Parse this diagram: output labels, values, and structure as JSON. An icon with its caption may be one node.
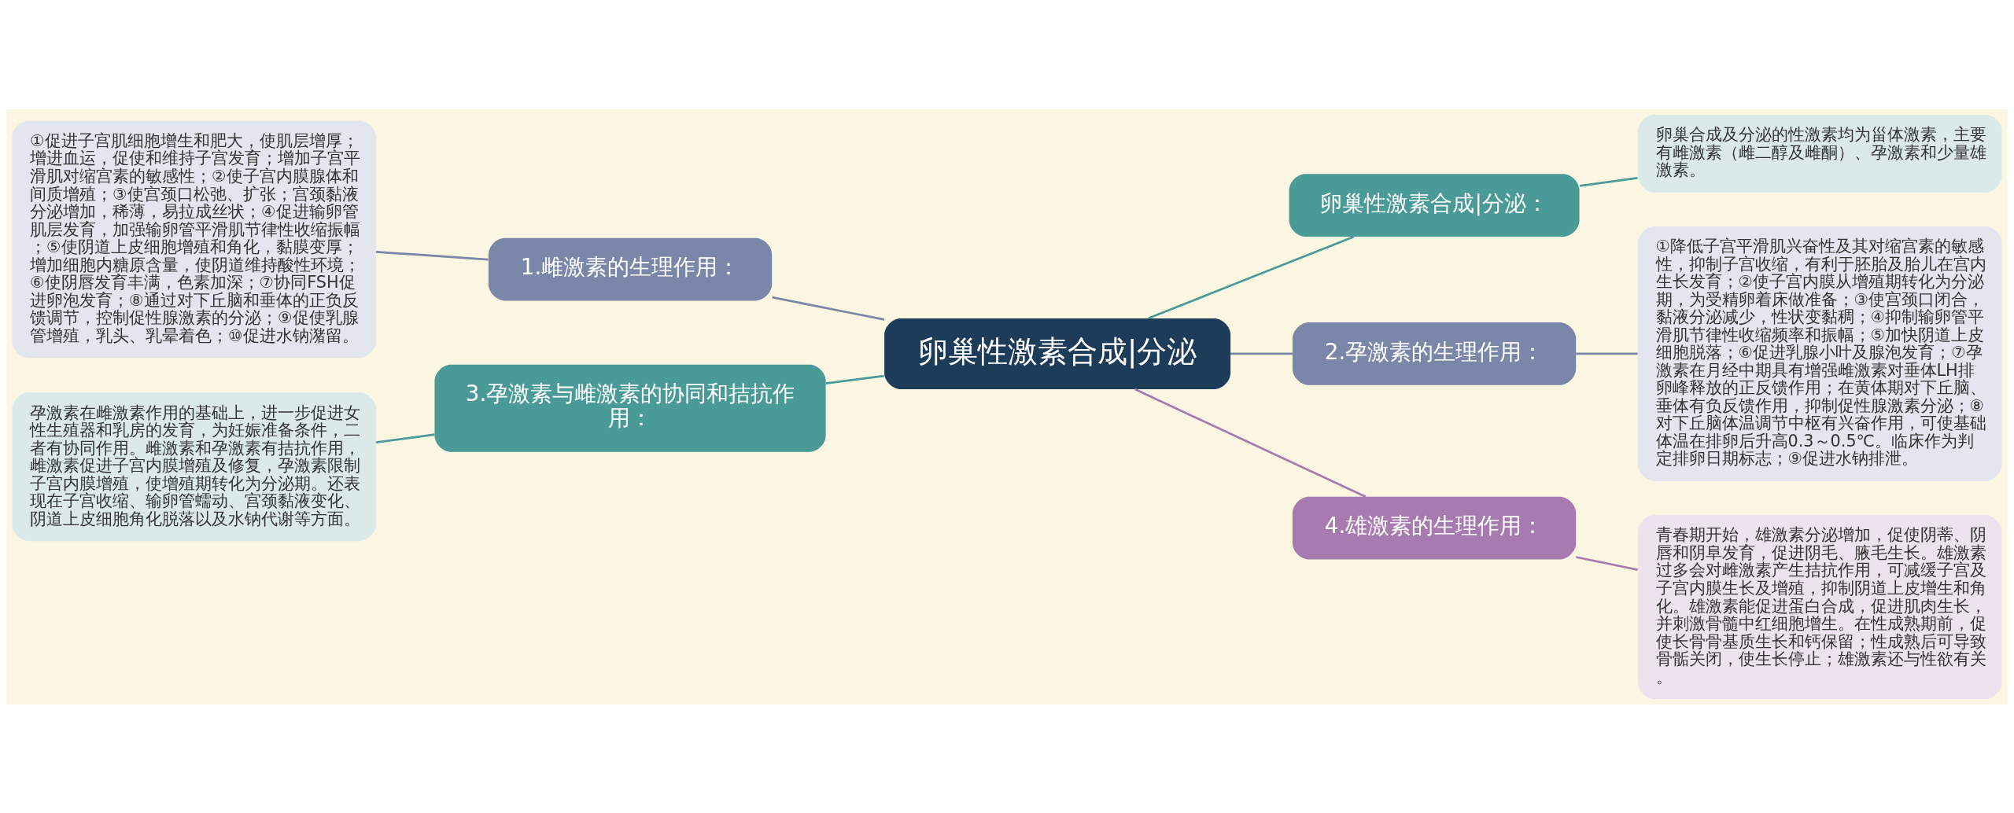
{
  "diagram": {
    "nodes": [
      {
        "text": [
          "卵巢性激素合成|分泌"
        ]
      },
      {
        "text": [
          "卵巢性激素合成|分泌："
        ]
      },
      {
        "text": [
          "卵巢合成及分泌的性激素均为甾体激素，主要有雌激素（雌二醇及雌酮）、孕激素和少量雄激素。"
        ]
      },
      {
        "text": [
          "1.雌激素的生理作用："
        ]
      },
      {
        "text": [
          "①促进子宫肌细胞增生和肥大，使肌层增厚；增进血运，促使和维持子宫发育；增加子宫平滑肌对缩宫素的敏感性；②使子宫内膜腺体和间质增殖；③使宫颈口松弛、扩张；宫颈黏液分泌增加，稀薄，易拉成丝状；④促进输卵管肌层发育，加强输卵管平滑肌节律性收缩振幅；⑤使阴道上皮细胞增殖和角化，黏膜变厚；增加细胞内糖原含量，使阴道维持酸性环境；⑥使阴唇发育丰满，色素加深；⑦协同FSH促进卵泡发育；⑧通过对下丘脑和垂体的正负反馈调节，控制促性腺激素的分泌；⑨促使乳腺管增殖，乳头、乳晕着色；⑩促进水钠潴留。"
        ]
      },
      {
        "text": [
          "2.孕激素的生理作用："
        ]
      },
      {
        "text": [
          "①降低子宫平滑肌兴奋性及其对缩宫素的敏感性，抑制子宫收缩，有利于胚胎及胎儿在宫内生长发育；②使子宫内膜从增殖期转化为分泌期，为受精卵着床做准备；③使宫颈口闭合，黏液分泌减少，性状变黏稠；④抑制输卵管平滑肌节律性收缩频率和振幅；⑤加快阴道上皮细胞脱落；⑥促进乳腺小叶及腺泡发育；⑦孕激素在月经中期具有增强雌激素对垂体LH排卵峰释放的正反馈作用；在黄体期对下丘脑、垂体有负反馈作用，抑制促性腺激素分泌；⑧对下丘脑体温调节中枢有兴奋作用，可使基础体温在排卵后升高0.3～0.5℃。临床作为判定排卵日期标志；⑨促进水钠排泄。"
        ]
      },
      {
        "text": [
          "3.孕激素与雌激素的协同和拮抗作用："
        ]
      },
      {
        "text": [
          "孕激素在雌激素作用的基础上，进一步促进女性生殖器和乳房的发育，为妊娠准备条件，二者有协同作用。雌激素和孕激素有拮抗作用，雌激素促进子宫内膜增殖及修复，孕激素限制子宫内膜增殖，使增殖期转化为分泌期。还表现在子宫收缩、输卵管蠕动、宫颈黏液变化、阴道上皮细胞角化脱落以及水钠代谢等方面。"
        ]
      },
      {
        "text": [
          "4.雄激素的生理作用："
        ]
      },
      {
        "text": [
          "青春期开始，雄激素分泌增加，促使阴蒂、阴唇和阴阜发育，促进阴毛、腋毛生长。雄激素过多会对雌激素产生拮抗作用，可减缓子宫及子宫内膜生长及增殖，抑制阴道上皮增生和角化。雄激素能促进蛋白合成，促进肌肉生长，并刺激骨髓中红细胞增生。在性成熟期前，促使长骨骨基质生长和钙保留；性成熟后可导致骨骺关闭，使生长停止；雄激素还与性欲有关。"
        ]
      }
    ],
    "edges": [
      {
        "from": 0,
        "to": 1,
        "arrow": "none",
        "color": "#4a9a98"
      },
      {
        "from": 1,
        "to": 2,
        "arrow": "none",
        "color": "#4a9a98"
      },
      {
        "from": 0,
        "to": 3,
        "arrow": "none",
        "color": "#7b87a8"
      },
      {
        "from": 3,
        "to": 4,
        "arrow": "none",
        "color": "#7b87a8"
      },
      {
        "from": 0,
        "to": 5,
        "arrow": "none",
        "color": "#7b87a8"
      },
      {
        "from": 5,
        "to": 6,
        "arrow": "none",
        "color": "#7b87a8"
      },
      {
        "from": 0,
        "to": 7,
        "arrow": "none",
        "color": "#4a9a98"
      },
      {
        "from": 7,
        "to": 8,
        "arrow": "none",
        "color": "#4a9a98"
      },
      {
        "from": 0,
        "to": 9,
        "arrow": "none",
        "color": "#a77ab0"
      },
      {
        "from": 9,
        "to": 10,
        "arrow": "none",
        "color": "#a77ab0"
      }
    ]
  }
}
